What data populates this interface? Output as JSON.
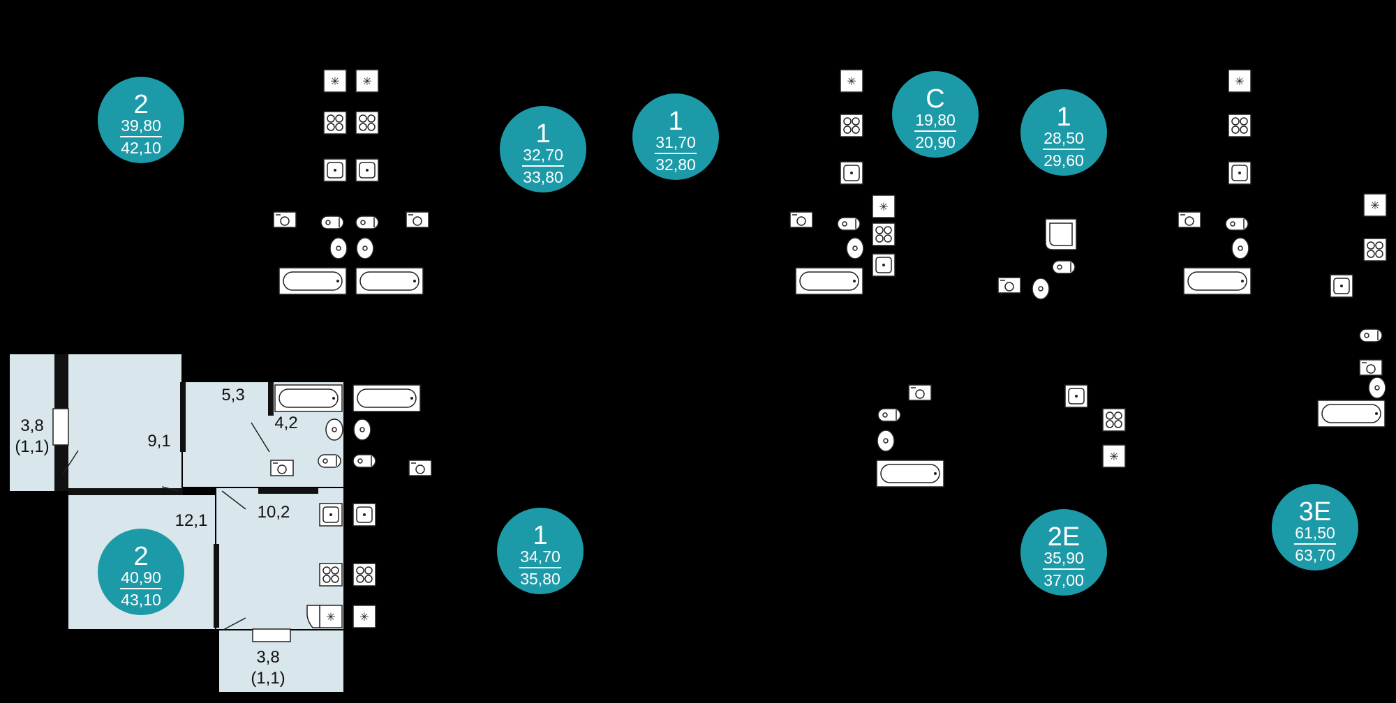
{
  "badges": [
    {
      "name": "2",
      "area": "39,80",
      "total": "42,10"
    },
    {
      "name": "1",
      "area": "32,70",
      "total": "33,80"
    },
    {
      "name": "1",
      "area": "31,70",
      "total": "32,80"
    },
    {
      "name": "C",
      "area": "19,80",
      "total": "20,90"
    },
    {
      "name": "1",
      "area": "28,50",
      "total": "29,60"
    },
    {
      "name": "2",
      "area": "40,90",
      "total": "43,10"
    },
    {
      "name": "1",
      "area": "34,70",
      "total": "35,80"
    },
    {
      "name": "2E",
      "area": "35,90",
      "total": "37,00"
    },
    {
      "name": "3E",
      "area": "61,50",
      "total": "63,70"
    }
  ],
  "rooms": [
    {
      "area": "3,8",
      "note": "(1,1)"
    },
    {
      "area": "9,1"
    },
    {
      "area": "5,3"
    },
    {
      "area": "4,2"
    },
    {
      "area": "12,1"
    },
    {
      "area": "10,2"
    },
    {
      "area": "3,8",
      "note": "(1,1)"
    }
  ],
  "colors": {
    "badge": "#1d9aa8",
    "room_fill": "#d9e6ec",
    "background": "#000000"
  }
}
